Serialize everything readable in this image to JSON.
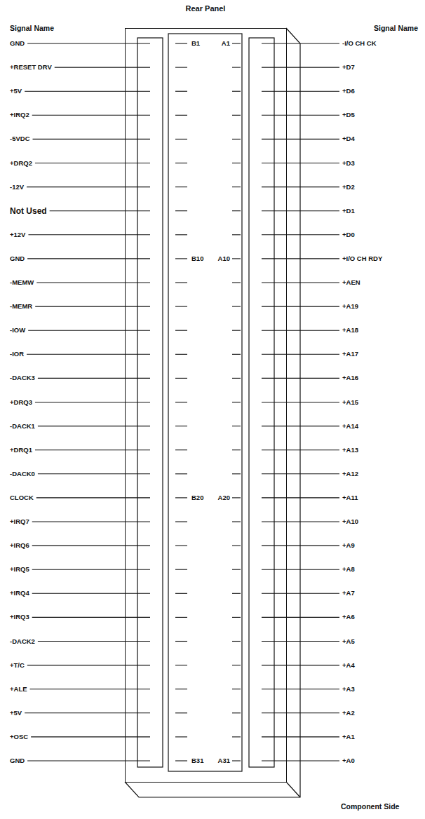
{
  "diagram": {
    "title": "Rear Panel",
    "nodes": [
      {
        "text": [
          "B1",
          "A1",
          "B10",
          "A10",
          "B20",
          "A20",
          "B31",
          "A31"
        ]
      }
    ],
    "labels": [
      "Signal Name",
      "GND",
      "+RESET DRV",
      "+5V",
      "+IRQ2",
      "-5VDC",
      "+DRQ2",
      "-12V",
      "Not Used",
      "+12V",
      "GND",
      "-MEMW",
      "-MEMR",
      "-IOW",
      "-IOR",
      "-DACK3",
      "+DRQ3",
      "-DACK1",
      "+DRQ1",
      "-DACK0",
      "CLOCK",
      "+IRQ7",
      "+IRQ6",
      "+IRQ5",
      "+IRQ4",
      "+IRQ3",
      "-DACK2",
      "+T/C",
      "+ALE",
      "+5V",
      "+OSC",
      "GND",
      "Signal Name",
      "-I/O CH CK",
      "+D7",
      "+D6",
      "+D5",
      "+D4",
      "+D3",
      "+D2",
      "+D1",
      "+D0",
      "+I/O CH RDY",
      "+AEN",
      "+A19",
      "+A18",
      "+A17",
      "+A16",
      "+A15",
      "+A14",
      "+A13",
      "+A12",
      "+A11",
      "+A10",
      "+A9",
      "+A8",
      "+A7",
      "+A6",
      "+A5",
      "+A4",
      "+A3",
      "+A2",
      "+A1",
      "+A0",
      "Component Side"
    ]
  }
}
